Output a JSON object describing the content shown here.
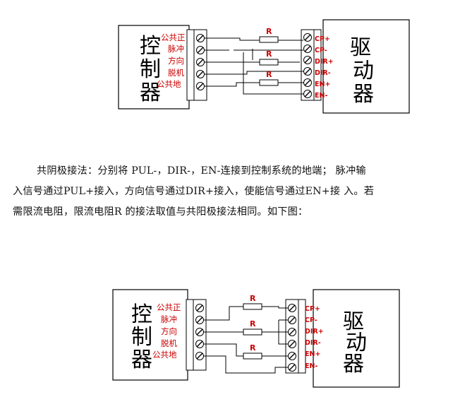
{
  "diagram1": {
    "controller_label": [
      "控",
      "制",
      "器"
    ],
    "driver_label": [
      "驱",
      "动",
      "器"
    ],
    "controller_pins": [
      "公共正",
      "脉冲",
      "方向",
      "脱机",
      "公共地"
    ],
    "driver_pins": [
      "CP+",
      "CP-",
      "DIR+",
      "DIR-",
      "EN+",
      "EN-"
    ],
    "resistor_label": "R"
  },
  "text": {
    "line1": "共阴极接法：分别将 PUL-，DIR-，EN-连接到控制系统的地端；  脉冲输",
    "line2": "入信号通过PUL+接入，方向信号通过DIR+接入，使能信号通过EN+接  入。若",
    "line3": "需限流电阻，限流电阻R 的接法取值与共阳极接法相同。如下图："
  },
  "diagram2": {
    "controller_label": [
      "控",
      "制",
      "器"
    ],
    "driver_label": [
      "驱",
      "动",
      "器"
    ],
    "controller_pins": [
      "公共正",
      "脉冲",
      "方向",
      "脱机",
      "公共地"
    ],
    "driver_pins": [
      "CP+",
      "CP-",
      "DIR+",
      "DIR-",
      "EN+",
      "EN-"
    ],
    "resistor_label": "R"
  },
  "colors": {
    "label_red": "#cc0000",
    "line": "#000000"
  }
}
